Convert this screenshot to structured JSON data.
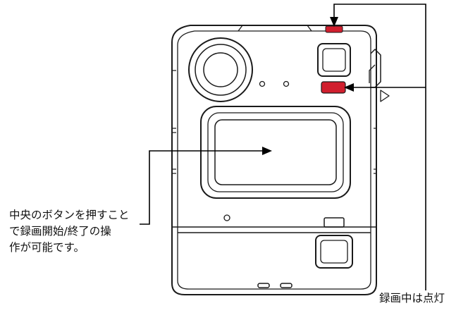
{
  "annotations": {
    "center_button_note": {
      "lines": [
        "中央のボタンを押すこと",
        "で録画開始/終了の操",
        "作が可能です。"
      ]
    },
    "recording_indicator_note": "録画中は点灯"
  },
  "colors": {
    "outline": "#1a1a1a",
    "indicator_red": "#d11f2e",
    "arrow": "#000000",
    "text": "#111111"
  }
}
